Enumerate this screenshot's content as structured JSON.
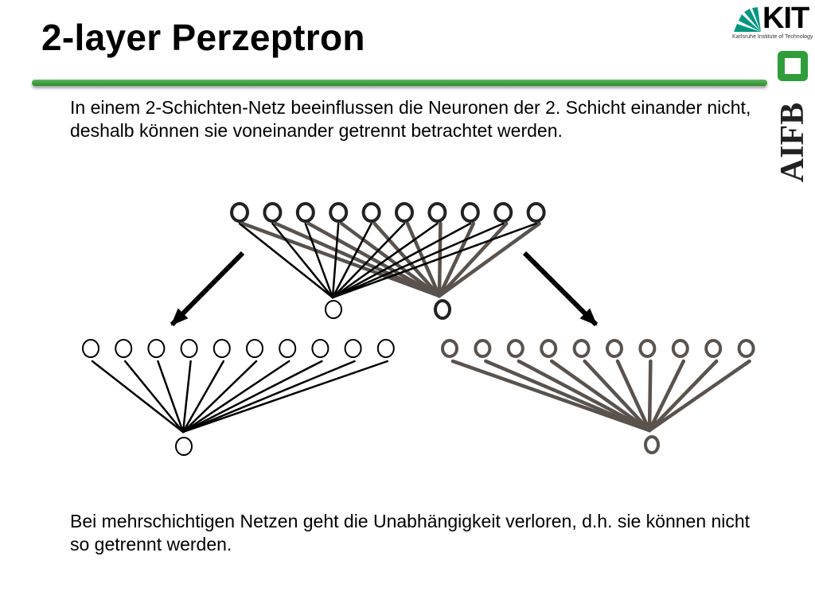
{
  "slide": {
    "title": "2-layer Perzeptron",
    "paragraph_1": "In einem 2-Schichten-Netz beeinflussen die Neuronen der 2. Schicht einander nicht, deshalb können sie voneinander getrennt betrachtet werden.",
    "paragraph_2": "Bei mehrschichtigen Netzen geht die Unabhängigkeit verloren, d.h. sie können nicht so getrennt werden."
  },
  "logos": {
    "kit_text": "KIT",
    "kit_subtitle": "Karlsruhe Institute of Technology",
    "aifb_text": "AIFB"
  },
  "colors": {
    "rule_green": "#3fa33f",
    "black": "#000000",
    "gray_link": "#5a524d",
    "aifb_green": "#2f9e3a",
    "kit_teal": "#009682"
  },
  "diagram": {
    "input_neuron_count": 10,
    "output_neuron_count": 2,
    "subnet_input_neuron_count": 10,
    "subnet_output_neuron_count": 1
  }
}
